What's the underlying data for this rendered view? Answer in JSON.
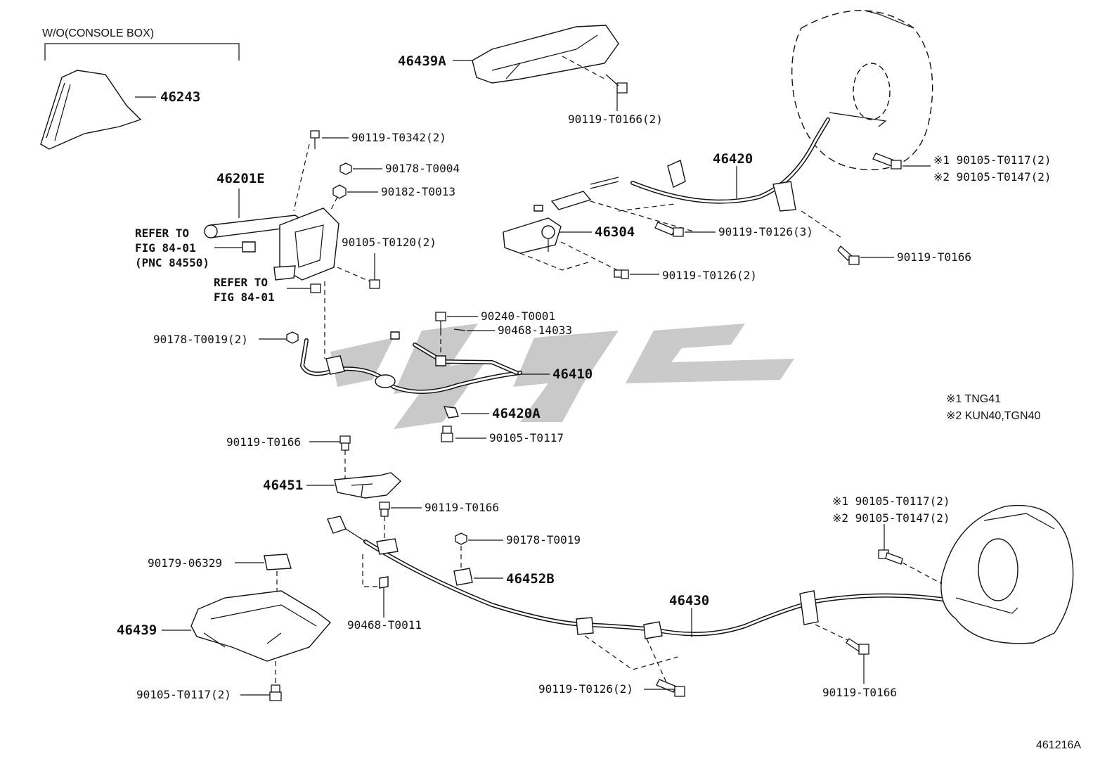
{
  "diagram": {
    "header": {
      "variant": "W/O(CONSOLE BOX)"
    },
    "watermark": {
      "name": "brand-watermark",
      "color": "#c4c4c4"
    },
    "figure_code": "461216A",
    "legend": [
      "※1  TNG41",
      "※2  KUN40,TGN40"
    ],
    "parts": {
      "p46243": "46243",
      "p46201E": "46201E",
      "p46439A": "46439A",
      "p46420": "46420",
      "p46304": "46304",
      "p46410": "46410",
      "p46420A": "46420A",
      "p46451": "46451",
      "p46452B": "46452B",
      "p46430": "46430",
      "p46439": "46439"
    },
    "fasteners": {
      "f1": "90119-T0342(2)",
      "f2": "90178-T0004",
      "f3": "90182-T0013",
      "f4": "90105-T0120(2)",
      "f5": "90119-T0166(2)",
      "f6a": "※1 90105-T0117(2)",
      "f6b": "※2 90105-T0147(2)",
      "f7": "90119-T0126(3)",
      "f8": "90119-T0166",
      "f9": "90119-T0126(2)",
      "f10": "90240-T0001",
      "f11": "90468-14033",
      "f12": "90178-T0019(2)",
      "f13": "90105-T0117",
      "f14": "90119-T0166",
      "f15": "90119-T0166",
      "f16": "90178-T0019",
      "f17": "90179-06329",
      "f18": "90468-T0011",
      "f19a": "※1 90105-T0117(2)",
      "f19b": "※2 90105-T0147(2)",
      "f20": "90105-T0117(2)",
      "f21": "90119-T0126(2)",
      "f22": "90119-T0166"
    },
    "references": {
      "ref1_line1": "REFER TO",
      "ref1_line2": "FIG 84-01",
      "ref1_line3": "(PNC 84550)",
      "ref2_line1": "REFER TO",
      "ref2_line2": "FIG 84-01"
    }
  }
}
